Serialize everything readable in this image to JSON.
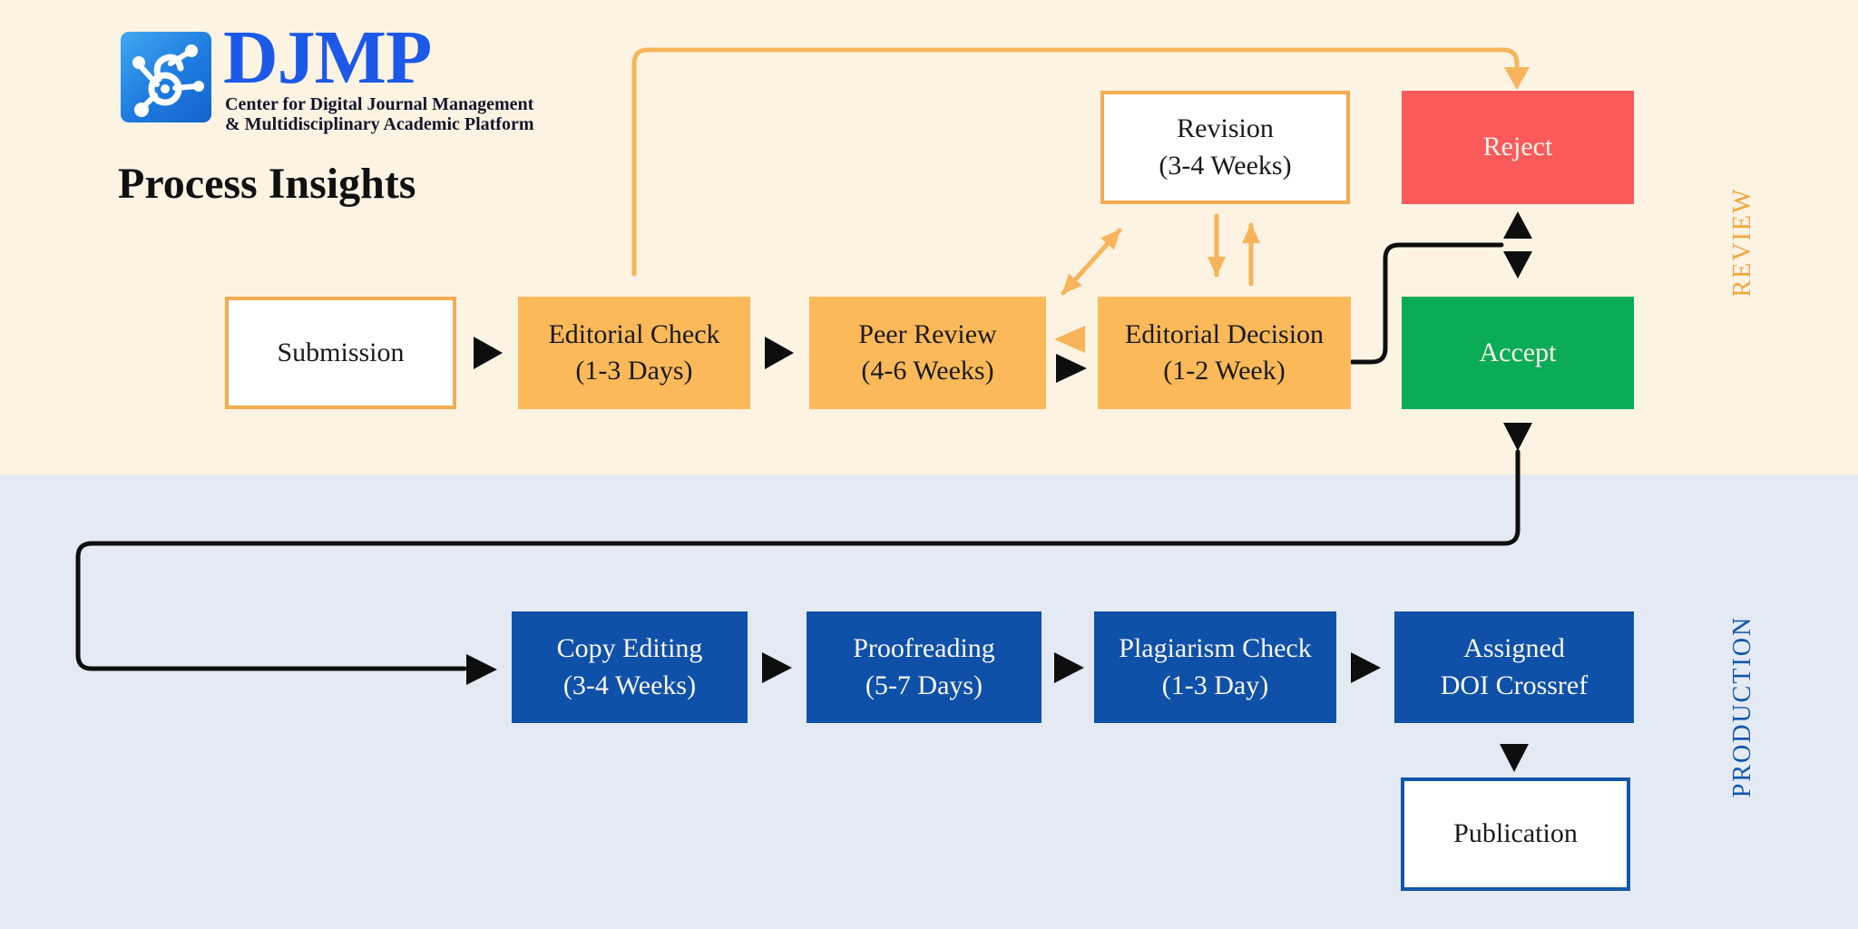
{
  "header": {
    "logo_acronym": "DJMP",
    "logo_tagline_line1": "Center for Digital Journal Management",
    "logo_tagline_line2": "& Multidisciplinary Academic Platform",
    "title": "Process Insights"
  },
  "sections": {
    "review": {
      "label": "REVIEW",
      "color": "#F2A43C"
    },
    "production": {
      "label": "PRODUCTION",
      "color": "#1356A8"
    }
  },
  "nodes": {
    "submission": {
      "line1": "Submission",
      "line2": ""
    },
    "editorial_check": {
      "line1": "Editorial Check",
      "line2": "(1-3 Days)"
    },
    "peer_review": {
      "line1": "Peer Review",
      "line2": "(4-6 Weeks)"
    },
    "editorial_decision": {
      "line1": "Editorial Decision",
      "line2": "(1-2 Week)"
    },
    "revision": {
      "line1": "Revision",
      "line2": "(3-4 Weeks)"
    },
    "reject": {
      "line1": "Reject",
      "line2": ""
    },
    "accept": {
      "line1": "Accept",
      "line2": ""
    },
    "copy_editing": {
      "line1": "Copy Editing",
      "line2": "(3-4 Weeks)"
    },
    "proofreading": {
      "line1": "Proofreading",
      "line2": "(5-7 Days)"
    },
    "plagiarism_check": {
      "line1": "Plagiarism Check",
      "line2": "(1-3 Day)"
    },
    "assigned_doi": {
      "line1": "Assigned",
      "line2": "DOI Crossref"
    },
    "publication": {
      "line1": "Publication",
      "line2": ""
    }
  },
  "edges": [
    {
      "from": "submission",
      "to": "editorial_check",
      "style": "black-arrow"
    },
    {
      "from": "editorial_check",
      "to": "peer_review",
      "style": "black-arrow"
    },
    {
      "from": "peer_review",
      "to": "editorial_decision",
      "style": "black-arrow"
    },
    {
      "from": "editorial_decision",
      "to": "peer_review",
      "style": "orange-arrow"
    },
    {
      "from": "peer_review",
      "to": "revision",
      "style": "orange-double-arrow"
    },
    {
      "from": "revision",
      "to": "editorial_decision",
      "style": "orange-arrow"
    },
    {
      "from": "editorial_decision",
      "to": "revision",
      "style": "orange-arrow"
    },
    {
      "from": "editorial_check",
      "to": "reject",
      "style": "orange-elbow-arrow"
    },
    {
      "from": "editorial_decision",
      "to": "reject",
      "style": "black-elbow-arrow"
    },
    {
      "from": "editorial_decision",
      "to": "accept",
      "style": "black-elbow-arrow"
    },
    {
      "from": "accept",
      "to": "copy_editing",
      "style": "black-elbow-arrow"
    },
    {
      "from": "copy_editing",
      "to": "proofreading",
      "style": "black-arrow"
    },
    {
      "from": "proofreading",
      "to": "plagiarism_check",
      "style": "black-arrow"
    },
    {
      "from": "plagiarism_check",
      "to": "assigned_doi",
      "style": "black-arrow"
    },
    {
      "from": "assigned_doi",
      "to": "publication",
      "style": "black-arrow"
    }
  ],
  "colors": {
    "review_background": "#FDF3E3",
    "production_background": "#E4EAF3",
    "orange_fill": "#FBB95A",
    "orange_line": "#F7B45A",
    "red_fill": "#FA5A5A",
    "green_fill": "#0BAC57",
    "blue_fill": "#0F51A8",
    "logo_blue": "#1C59E9",
    "black_line": "#0E0E0E"
  }
}
